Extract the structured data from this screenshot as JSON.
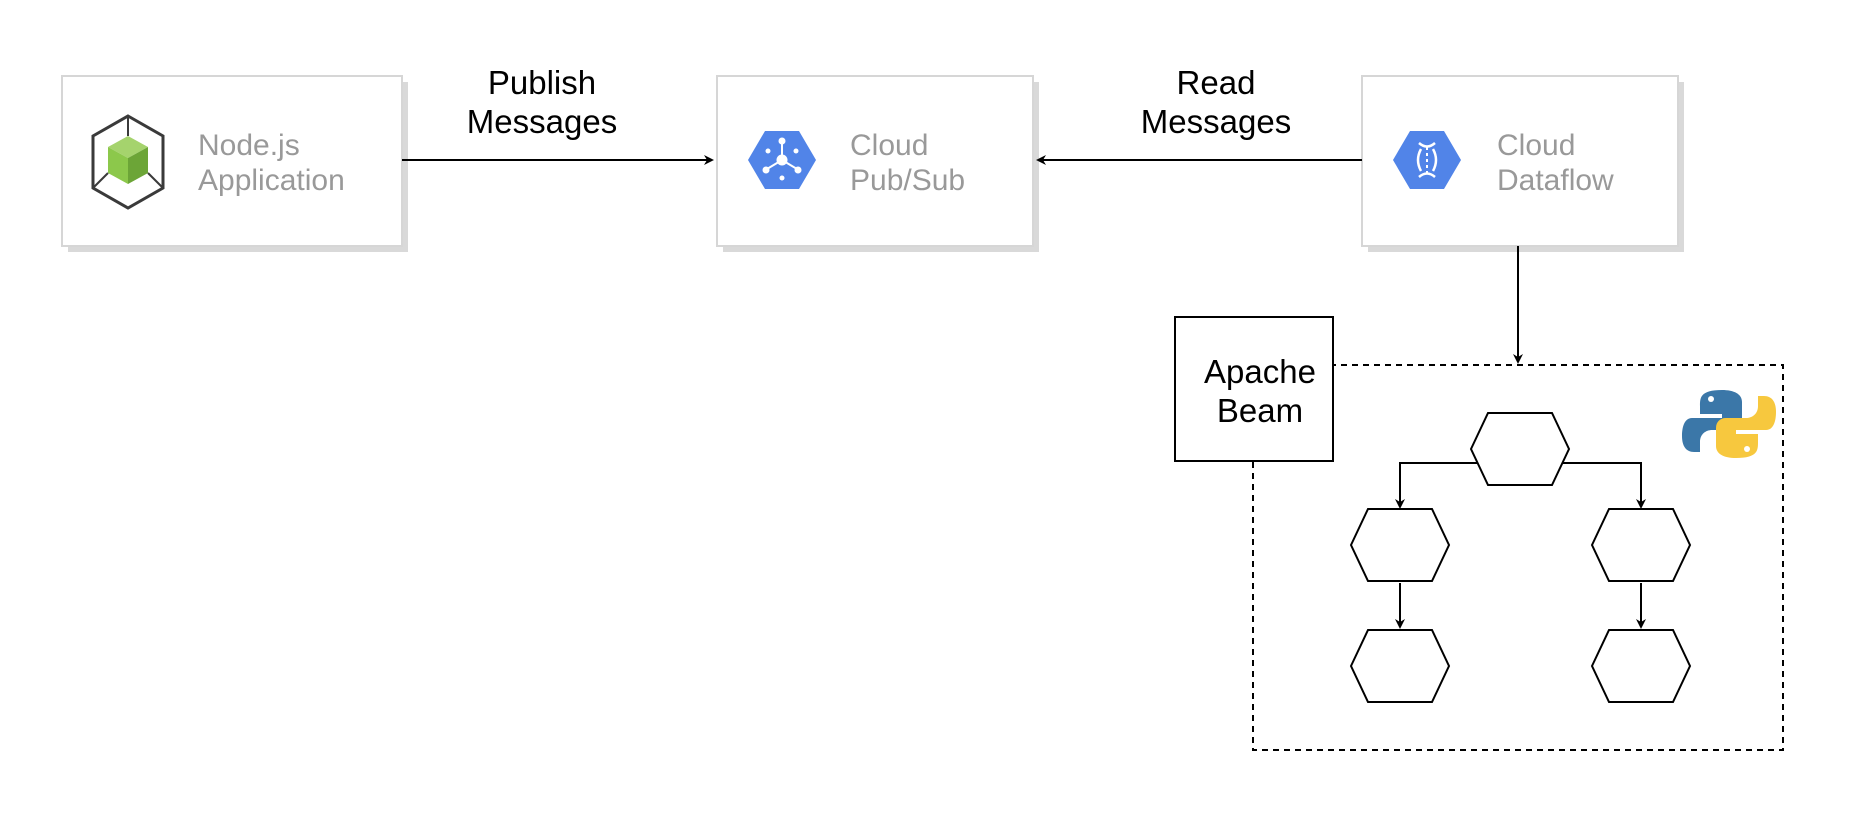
{
  "nodes": {
    "nodejs": {
      "line1": "Node.js",
      "line2": "Application",
      "icon": "nodejs-icon"
    },
    "pubsub": {
      "line1": "Cloud",
      "line2": "Pub/Sub",
      "icon": "pubsub-icon"
    },
    "dataflow": {
      "line1": "Cloud",
      "line2": "Dataflow",
      "icon": "dataflow-icon"
    }
  },
  "edges": {
    "publish": {
      "line1": "Publish",
      "line2": "Messages"
    },
    "read": {
      "line1": "Read",
      "line2": "Messages"
    }
  },
  "beam": {
    "line1": "Apache",
    "line2": "Beam",
    "icon": "python-icon"
  },
  "colors": {
    "google_blue": "#5184e8",
    "node_green": "#8cc84b",
    "label_gray": "#999999",
    "python_blue": "#3b77a8",
    "python_yellow": "#f7c83e"
  }
}
